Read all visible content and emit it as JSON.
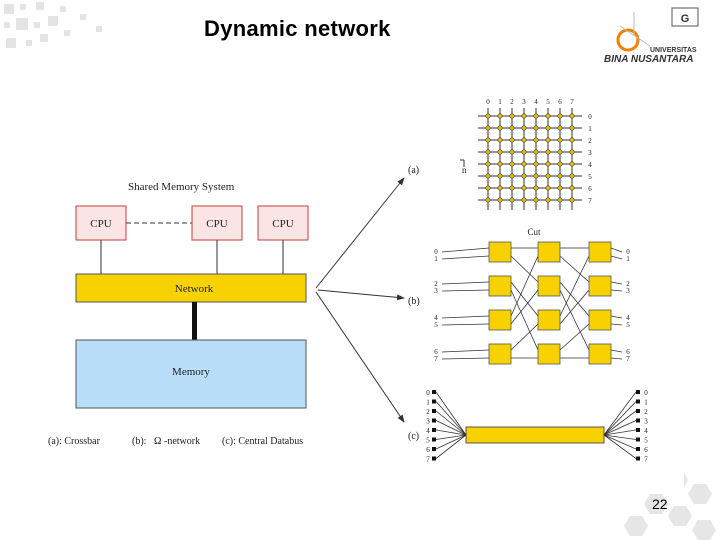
{
  "slide": {
    "title": "Dynamic network",
    "page_number": "22"
  },
  "logo": {
    "line1": "UNIVERSITAS",
    "line2": "BINA NUSANTARA",
    "mark": "G"
  },
  "diagram": {
    "system_title": "Shared Memory System",
    "cpus": [
      "CPU",
      "CPU",
      "CPU"
    ],
    "network_label": "Network",
    "memory_label": "Memory",
    "panel_labels": [
      "(a)",
      "(b)",
      "(c)"
    ],
    "caption": {
      "a": "(a): Crossbar",
      "b_prefix": "(b):",
      "b_symbol": "Ω",
      "b_suffix": "-network",
      "c": "(c): Central Databus"
    },
    "crossbar": {
      "column_labels": [
        "0",
        "1",
        "2",
        "3",
        "4",
        "5",
        "6",
        "7"
      ],
      "row_labels": [
        "0",
        "1",
        "2",
        "3",
        "4",
        "5",
        "6",
        "7"
      ],
      "side_label": "n",
      "bottom_label": "Cut"
    },
    "omega": {
      "port_labels": [
        "0",
        "1",
        "2",
        "3",
        "4",
        "5",
        "6",
        "7"
      ]
    },
    "databus": {
      "port_labels": [
        "0",
        "1",
        "2",
        "3",
        "4",
        "5",
        "6",
        "7"
      ]
    }
  },
  "colors": {
    "cpu_fill": "#fbe4e4",
    "cpu_border": "#c04040",
    "network_fill": "#f7d200",
    "memory_fill": "#b8defa",
    "switch_fill": "#f7d200",
    "crossbar_dot": "#e8c000",
    "accent_orange": "#f08000"
  }
}
